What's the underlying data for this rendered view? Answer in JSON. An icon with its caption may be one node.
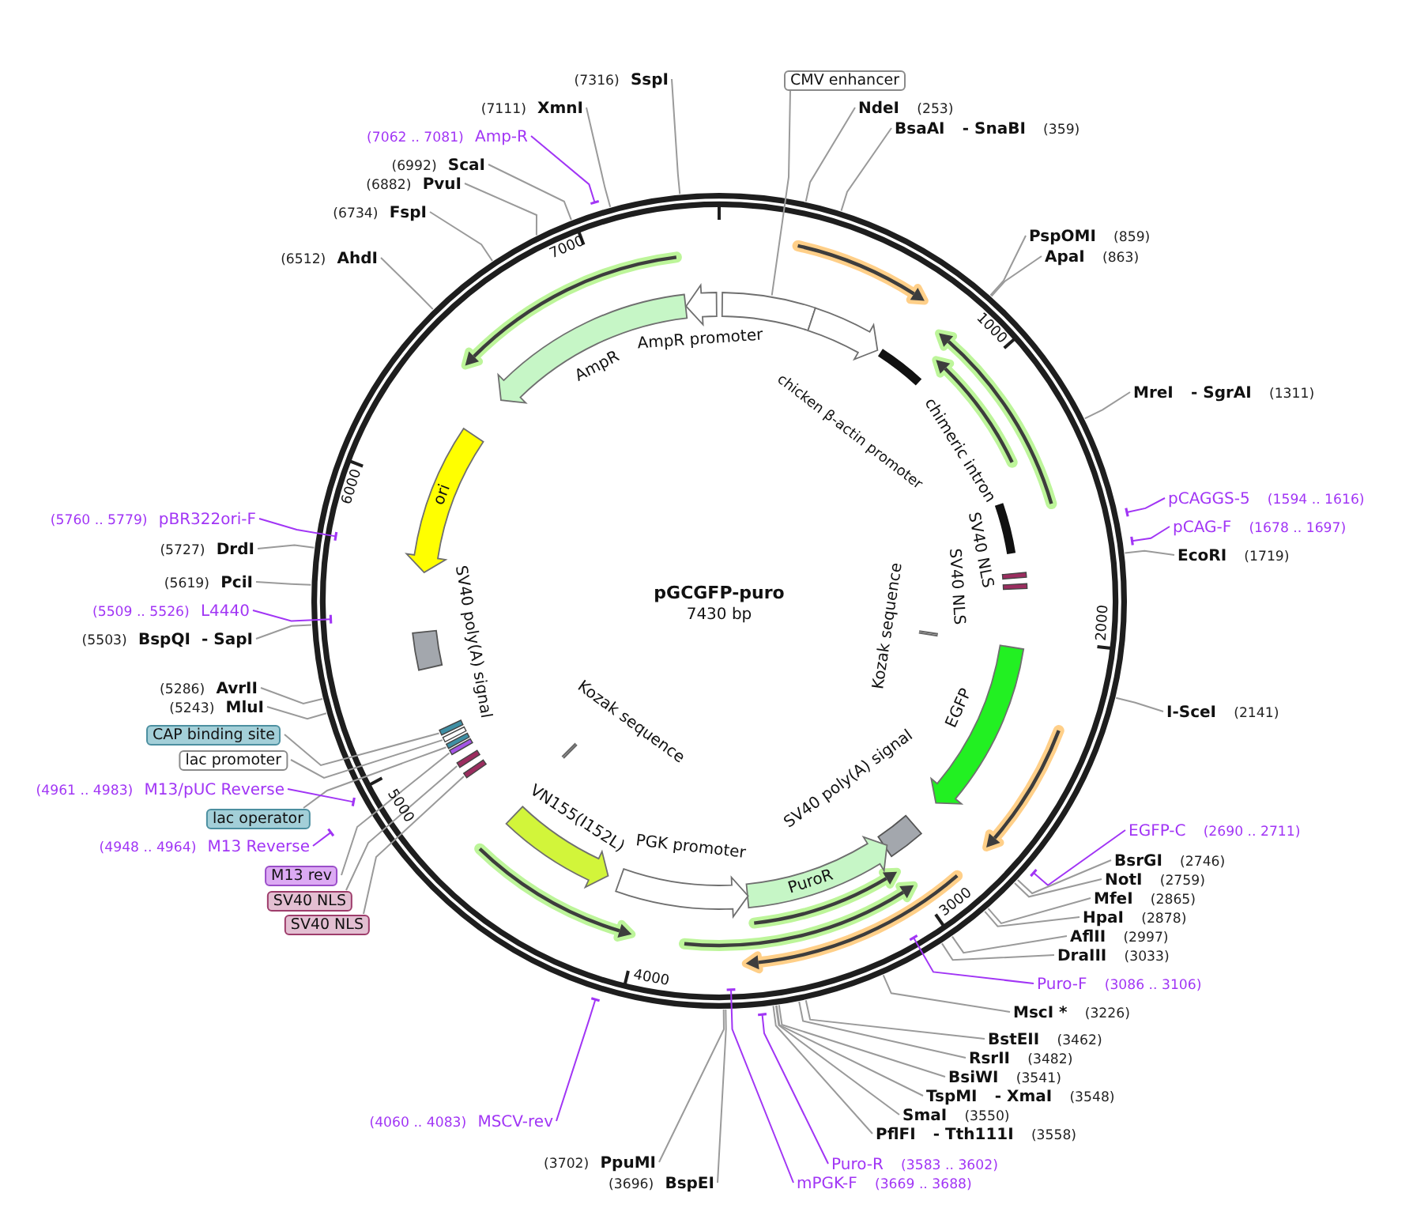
{
  "diagram": {
    "title": "pGCGFP-puro",
    "nodes": [
      {
        "text": [
          "CMV enhancer"
        ]
      },
      {
        "text": [
          "NdeI",
          "(253)"
        ]
      },
      {
        "text": [
          "BsaAI",
          "- SnaBI",
          "(359)"
        ]
      },
      {
        "text": [
          "PspOMI",
          "(859)"
        ]
      },
      {
        "text": [
          "ApaI",
          "(863)"
        ]
      },
      {
        "text": [
          "MreI",
          "- SgrAI",
          "(1311)"
        ]
      },
      {
        "text": [
          "pCAGGS-5",
          "(1594 .. 1616)"
        ]
      },
      {
        "text": [
          "pCAG-F",
          "(1678 .. 1697)"
        ]
      },
      {
        "text": [
          "EcoRI",
          "(1719)"
        ]
      },
      {
        "text": [
          "I-SceI",
          "(2141)"
        ]
      },
      {
        "text": [
          "EGFP-C",
          "(2690 .. 2711)"
        ]
      },
      {
        "text": [
          "BsrGI",
          "(2746)"
        ]
      },
      {
        "text": [
          "NotI",
          "(2759)"
        ]
      },
      {
        "text": [
          "MfeI",
          "(2865)"
        ]
      },
      {
        "text": [
          "HpaI",
          "(2878)"
        ]
      },
      {
        "text": [
          "AflII",
          "(2997)"
        ]
      },
      {
        "text": [
          "DraIII",
          "(3033)"
        ]
      },
      {
        "text": [
          "Puro-F",
          "(3086 .. 3106)"
        ]
      },
      {
        "text": [
          "MscI *",
          "(3226)"
        ]
      },
      {
        "text": [
          "BstEII",
          "(3462)"
        ]
      },
      {
        "text": [
          "RsrII",
          "(3482)"
        ]
      },
      {
        "text": [
          "BsiWI",
          "(3541)"
        ]
      },
      {
        "text": [
          "TspMI",
          "- XmaI",
          "(3548)"
        ]
      },
      {
        "text": [
          "SmaI",
          "(3550)"
        ]
      },
      {
        "text": [
          "PflFI",
          "- Tth111I",
          "(3558)"
        ]
      },
      {
        "text": [
          "Puro-R",
          "(3583 .. 3602)"
        ]
      },
      {
        "text": [
          "mPGK-F",
          "(3669 .. 3688)"
        ]
      },
      {
        "text": [
          "(3696)",
          "BspEI"
        ]
      },
      {
        "text": [
          "(3702)",
          "PpuMI"
        ]
      },
      {
        "text": [
          "(4060 .. 4083)",
          "MSCV-rev"
        ]
      },
      {
        "text": [
          "SV40 NLS"
        ]
      },
      {
        "text": [
          "SV40 NLS"
        ]
      },
      {
        "text": [
          "M13 rev"
        ]
      },
      {
        "text": [
          "(4948 .. 4964)",
          "M13 Reverse"
        ]
      },
      {
        "text": [
          "lac operator"
        ]
      },
      {
        "text": [
          "(4961 .. 4983)",
          "M13/pUC Reverse"
        ]
      },
      {
        "text": [
          "lac promoter"
        ]
      },
      {
        "text": [
          "CAP binding site"
        ]
      },
      {
        "text": [
          "(5243)",
          "MluI"
        ]
      },
      {
        "text": [
          "(5286)",
          "AvrII"
        ]
      },
      {
        "text": [
          "(5503)",
          "BspQI",
          "- SapI"
        ]
      },
      {
        "text": [
          "(5509 .. 5526)",
          "L4440"
        ]
      },
      {
        "text": [
          "(5619)",
          "PciI"
        ]
      },
      {
        "text": [
          "(5727)",
          "DrdI"
        ]
      },
      {
        "text": [
          "(5760 .. 5779)",
          "pBR322ori-F"
        ]
      },
      {
        "text": [
          "(6512)",
          "AhdI"
        ]
      },
      {
        "text": [
          "(6734)",
          "FspI"
        ]
      },
      {
        "text": [
          "(6882)",
          "PvuI"
        ]
      },
      {
        "text": [
          "(6992)",
          "ScaI"
        ]
      },
      {
        "text": [
          "(7062 .. 7081)",
          "Amp-R"
        ]
      },
      {
        "text": [
          "(7111)",
          "XmnI"
        ]
      },
      {
        "text": [
          "(7316)",
          "SspI"
        ]
      },
      {
        "text": [],
        "shape": "box"
      },
      {
        "text": [
          "chicken β-actin promoter"
        ]
      },
      {
        "text": [
          "chimeric intron"
        ]
      },
      {
        "text": [
          "SV40 NLS"
        ]
      },
      {
        "text": [
          "SV40 NLS"
        ]
      },
      {
        "text": [
          "Kozak sequence"
        ]
      },
      {
        "text": [
          "EGFP"
        ]
      },
      {
        "text": [
          "SV40 poly(A) signal"
        ]
      },
      {
        "text": [
          "PuroR"
        ]
      },
      {
        "text": [
          "PGK promoter"
        ]
      },
      {
        "text": [
          "VN155(I152L)"
        ]
      },
      {
        "text": [
          "Kozak sequence"
        ]
      },
      {
        "text": [],
        "shape": "bar"
      },
      {
        "text": [],
        "shape": "bar"
      },
      {
        "text": [],
        "shape": "bar"
      },
      {
        "text": [],
        "shape": "bar"
      },
      {
        "text": [],
        "shape": "bar"
      },
      {
        "text": [],
        "shape": "bar"
      },
      {
        "text": [
          "SV40 poly(A) signal"
        ]
      },
      {
        "text": [
          "ori"
        ]
      },
      {
        "text": [
          "AmpR"
        ]
      },
      {
        "text": [
          "AmpR promoter"
        ]
      }
    ],
    "edges": [
      {
        "from": 0,
        "to": 52,
        "arrow": "none"
      },
      {
        "from": 1,
        "to": null,
        "arrow": "none"
      },
      {
        "from": 2,
        "to": null,
        "arrow": "none"
      },
      {
        "from": 3,
        "to": null,
        "arrow": "none"
      },
      {
        "from": 4,
        "to": null,
        "arrow": "none"
      },
      {
        "from": 5,
        "to": null,
        "arrow": "none"
      },
      {
        "from": 6,
        "to": null,
        "arrow": "other",
        "color": "#a135f5"
      },
      {
        "from": 7,
        "to": null,
        "arrow": "other",
        "color": "#a135f5"
      },
      {
        "from": 8,
        "to": null,
        "arrow": "none"
      },
      {
        "from": 9,
        "to": null,
        "arrow": "none"
      },
      {
        "from": 10,
        "to": null,
        "arrow": "other",
        "color": "#a135f5"
      },
      {
        "from": 11,
        "to": null,
        "arrow": "none"
      },
      {
        "from": 12,
        "to": null,
        "arrow": "none"
      },
      {
        "from": 13,
        "to": null,
        "arrow": "none"
      },
      {
        "from": 14,
        "to": null,
        "arrow": "none"
      },
      {
        "from": 15,
        "to": null,
        "arrow": "none"
      },
      {
        "from": 16,
        "to": null,
        "arrow": "none"
      },
      {
        "from": 17,
        "to": null,
        "arrow": "other",
        "color": "#a135f5"
      },
      {
        "from": 18,
        "to": null,
        "arrow": "none"
      },
      {
        "from": 19,
        "to": null,
        "arrow": "none"
      },
      {
        "from": 20,
        "to": null,
        "arrow": "none"
      },
      {
        "from": 21,
        "to": null,
        "arrow": "none"
      },
      {
        "from": 22,
        "to": null,
        "arrow": "none"
      },
      {
        "from": 23,
        "to": null,
        "arrow": "none"
      },
      {
        "from": 24,
        "to": null,
        "arrow": "none"
      },
      {
        "from": 25,
        "to": null,
        "arrow": "other",
        "color": "#a135f5"
      },
      {
        "from": 26,
        "to": null,
        "arrow": "other",
        "color": "#a135f5"
      },
      {
        "from": 27,
        "to": null,
        "arrow": "none"
      },
      {
        "from": 28,
        "to": null,
        "arrow": "none"
      },
      {
        "from": 29,
        "to": null,
        "arrow": "other",
        "color": "#a135f5"
      },
      {
        "from": 30,
        "to": 64,
        "arrow": "none"
      },
      {
        "from": 31,
        "to": 65,
        "arrow": "none"
      },
      {
        "from": 32,
        "to": 66,
        "arrow": "none"
      },
      {
        "from": 33,
        "to": null,
        "arrow": "other",
        "color": "#a135f5"
      },
      {
        "from": 34,
        "to": 67,
        "arrow": "none"
      },
      {
        "from": 35,
        "to": null,
        "arrow": "other",
        "color": "#a135f5"
      },
      {
        "from": 36,
        "to": 68,
        "arrow": "none"
      },
      {
        "from": 37,
        "to": 69,
        "arrow": "none"
      },
      {
        "from": 38,
        "to": null,
        "arrow": "none"
      },
      {
        "from": 39,
        "to": null,
        "arrow": "none"
      },
      {
        "from": 40,
        "to": null,
        "arrow": "none"
      },
      {
        "from": 41,
        "to": null,
        "arrow": "other",
        "color": "#a135f5"
      },
      {
        "from": 42,
        "to": null,
        "arrow": "none"
      },
      {
        "from": 43,
        "to": null,
        "arrow": "none"
      },
      {
        "from": 44,
        "to": null,
        "arrow": "other",
        "color": "#a135f5"
      },
      {
        "from": 45,
        "to": null,
        "arrow": "none"
      },
      {
        "from": 46,
        "to": null,
        "arrow": "none"
      },
      {
        "from": 47,
        "to": null,
        "arrow": "none"
      },
      {
        "from": 48,
        "to": null,
        "arrow": "none"
      },
      {
        "from": 49,
        "to": null,
        "arrow": "other",
        "color": "#a135f5"
      },
      {
        "from": 50,
        "to": null,
        "arrow": "none"
      },
      {
        "from": 51,
        "to": null,
        "arrow": "none"
      }
    ],
    "labels": [
      "7000",
      "1000",
      "6000",
      "7430 bp",
      "2000",
      "5000",
      "3000",
      "4000"
    ]
  }
}
